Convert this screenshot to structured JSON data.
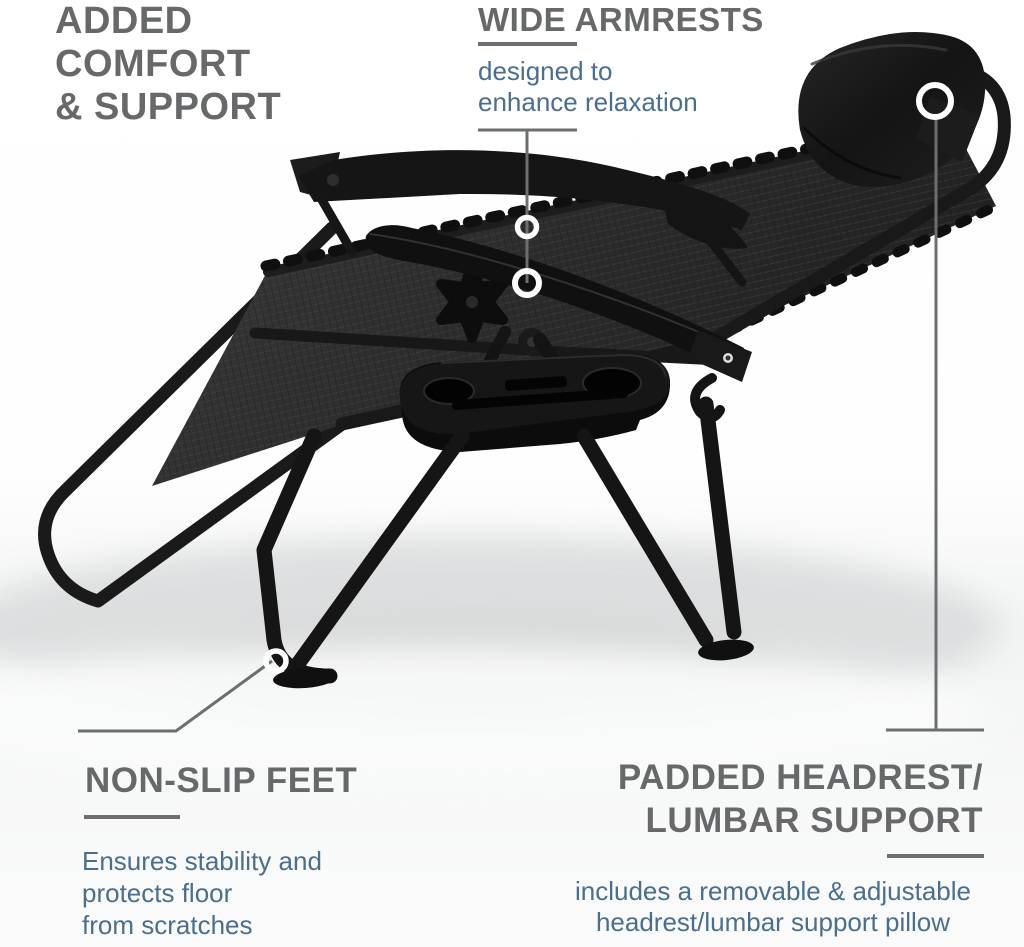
{
  "colors": {
    "heading_gray": "#66686a",
    "accent_blue": "#4a6e8c",
    "callout_line_gray": "#6b6f72",
    "chair_black": "#161616",
    "background": "#ffffff"
  },
  "callouts": {
    "added_comfort": {
      "title_lines": [
        "ADDED",
        "COMFORT",
        "& SUPPORT"
      ]
    },
    "wide_armrests": {
      "title": "WIDE ARMRESTS",
      "description_lines": [
        "designed to",
        "enhance relaxation"
      ]
    },
    "non_slip_feet": {
      "title": "NON-SLIP FEET",
      "description_lines": [
        "Ensures stability and",
        "protects floor",
        "from scratches"
      ]
    },
    "padded_headrest": {
      "title_lines": [
        "PADDED HEADREST/",
        "LUMBAR SUPPORT"
      ],
      "description_lines": [
        "includes a removable & adjustable",
        "headrest/lumbar support pillow"
      ]
    }
  },
  "markers": {
    "headrest_marker": "ring-marker-icon",
    "armrest_marker_upper": "ring-marker-icon",
    "armrest_marker_lower": "ring-marker-icon",
    "foot_marker": "ring-marker-icon"
  }
}
